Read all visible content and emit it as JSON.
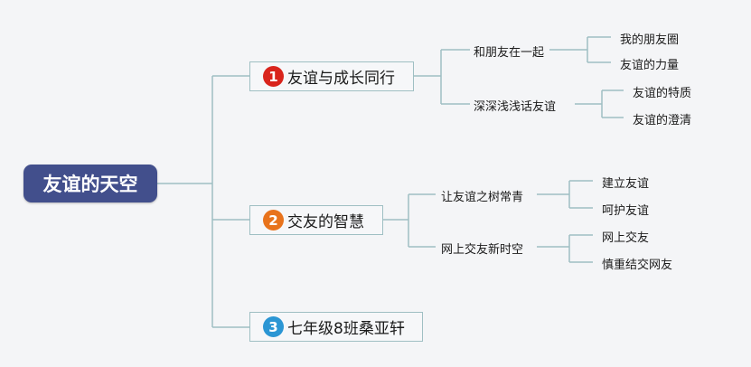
{
  "colors": {
    "root_bg": "#424f8c",
    "line": "#9fbfc3",
    "badge_1": "#d9241c",
    "badge_2": "#e8731c",
    "badge_3": "#2b96d4"
  },
  "root": {
    "label": "友谊的天空"
  },
  "branches": [
    {
      "number": "1",
      "label": "友谊与成长同行",
      "subs": [
        {
          "label": "和朋友在一起",
          "leaves": [
            "我的朋友圈",
            "友谊的力量"
          ]
        },
        {
          "label": "深深浅浅话友谊",
          "leaves": [
            "友谊的特质",
            "友谊的澄清"
          ]
        }
      ]
    },
    {
      "number": "2",
      "label": "交友的智慧",
      "subs": [
        {
          "label": "让友谊之树常青",
          "leaves": [
            "建立友谊",
            "呵护友谊"
          ]
        },
        {
          "label": "网上交友新时空",
          "leaves": [
            "网上交友",
            "慎重结交网友"
          ]
        }
      ]
    },
    {
      "number": "3",
      "label": "七年级8班桑亚轩",
      "subs": []
    }
  ]
}
